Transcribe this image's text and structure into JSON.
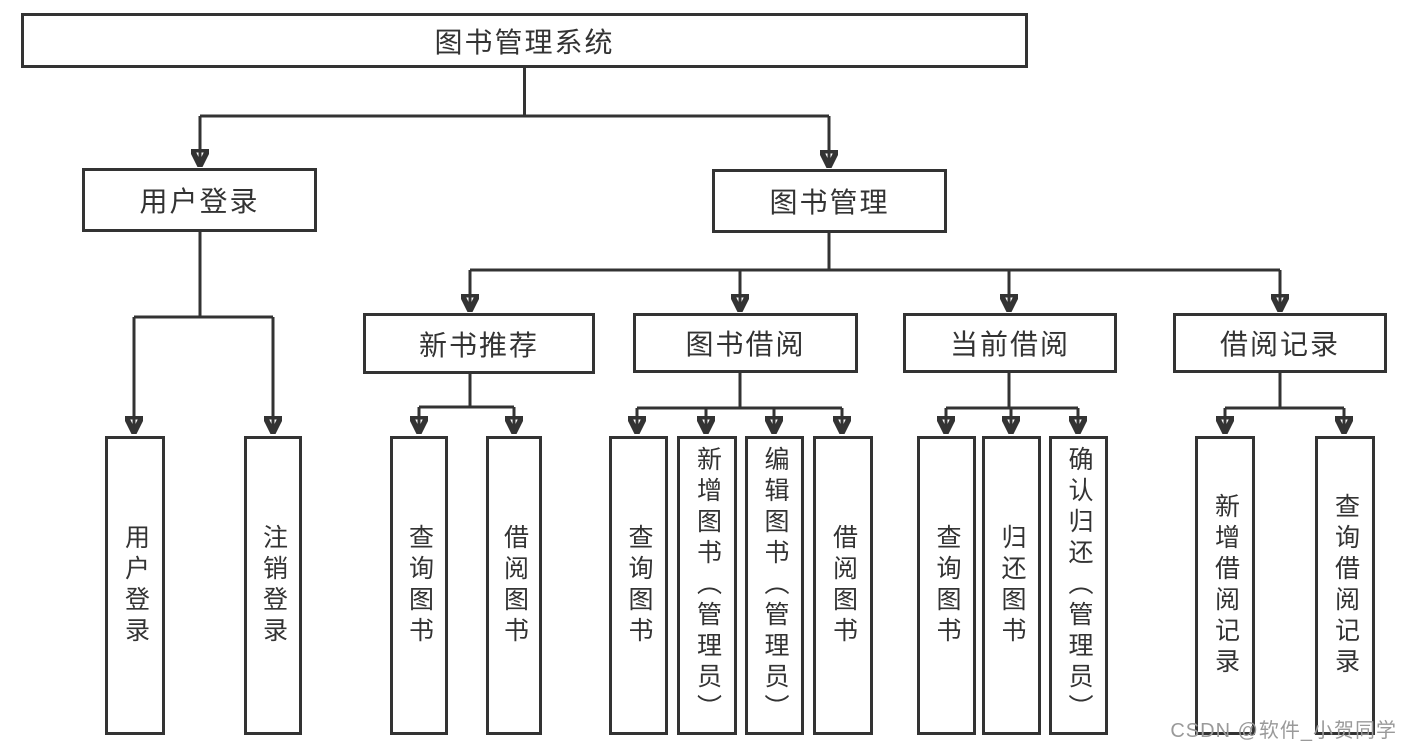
{
  "colors": {
    "line": "#333333",
    "text": "#333333",
    "watermark": "#9a9a9a",
    "background": "#ffffff"
  },
  "watermark": "CSDN @软件_小贺同学",
  "nodes": {
    "root": {
      "label": "图书管理系统"
    },
    "user_login": {
      "label": "用户登录"
    },
    "book_mgmt": {
      "label": "图书管理"
    },
    "new_book_rec": {
      "label": "新书推荐"
    },
    "book_borrow": {
      "label": "图书借阅"
    },
    "current_borrow": {
      "label": "当前借阅"
    },
    "borrow_records": {
      "label": "借阅记录"
    },
    "ul_login": {
      "label": "用户登录"
    },
    "ul_logout": {
      "label": "注销登录"
    },
    "nbr_query": {
      "label": "查询图书"
    },
    "nbr_borrow": {
      "label": "借阅图书"
    },
    "bb_query": {
      "label": "查询图书"
    },
    "bb_add": {
      "label": "新增图书（管理员）"
    },
    "bb_edit": {
      "label": "编辑图书（管理员）"
    },
    "bb_borrow": {
      "label": "借阅图书"
    },
    "cb_query": {
      "label": "查询图书"
    },
    "cb_return": {
      "label": "归还图书"
    },
    "cb_confirm": {
      "label": "确认归还（管理员）"
    },
    "br_add": {
      "label": "新增借阅记录"
    },
    "br_query": {
      "label": "查询借阅记录"
    }
  },
  "tree": {
    "root": [
      "user_login",
      "book_mgmt"
    ],
    "user_login": [
      "ul_login",
      "ul_logout"
    ],
    "book_mgmt": [
      "new_book_rec",
      "book_borrow",
      "current_borrow",
      "borrow_records"
    ],
    "new_book_rec": [
      "nbr_query",
      "nbr_borrow"
    ],
    "book_borrow": [
      "bb_query",
      "bb_add",
      "bb_edit",
      "bb_borrow"
    ],
    "current_borrow": [
      "cb_query",
      "cb_return",
      "cb_confirm"
    ],
    "borrow_records": [
      "br_add",
      "br_query"
    ]
  }
}
